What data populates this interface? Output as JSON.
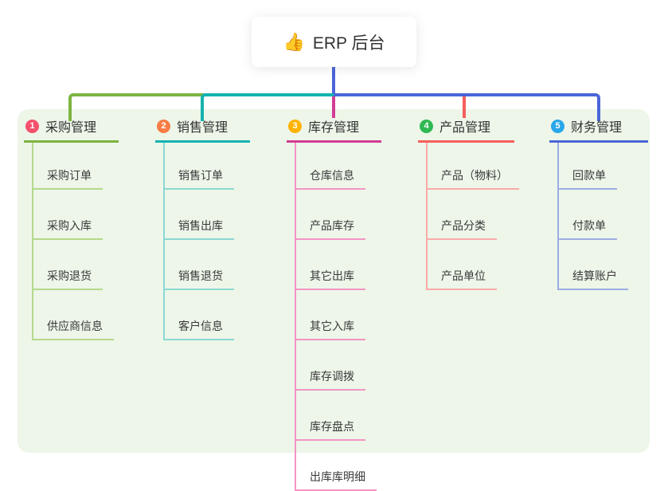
{
  "root": {
    "icon": "👍",
    "label": "ERP 后台"
  },
  "colors": {
    "canvas_bg": "#ffffff",
    "panel_bg": "#edf6e9",
    "root_line": "#4a66d8",
    "text": "#333333"
  },
  "branches": [
    {
      "index": "1",
      "label": "采购管理",
      "badge_color": "#f4516c",
      "line_color": "#7db440",
      "child_line_color": "#b5d98b",
      "children": [
        "采购订单",
        "采购入库",
        "采购退货",
        "供应商信息"
      ]
    },
    {
      "index": "2",
      "label": "销售管理",
      "badge_color": "#f87c45",
      "line_color": "#14b3af",
      "child_line_color": "#8bd8d3",
      "children": [
        "销售订单",
        "销售出库",
        "销售退货",
        "客户信息"
      ]
    },
    {
      "index": "3",
      "label": "库存管理",
      "badge_color": "#ffb300",
      "line_color": "#d23d93",
      "child_line_color": "#f494c4",
      "children": [
        "仓库信息",
        "产品库存",
        "其它出库",
        "其它入库",
        "库存调拨",
        "库存盘点",
        "出库库明细"
      ]
    },
    {
      "index": "4",
      "label": "产品管理",
      "badge_color": "#30b852",
      "line_color": "#f55f5c",
      "child_line_color": "#f9aba9",
      "children": [
        "产品（物料）",
        "产品分类",
        "产品单位"
      ]
    },
    {
      "index": "5",
      "label": "财务管理",
      "badge_color": "#29a7ea",
      "line_color": "#4a66d8",
      "child_line_color": "#9cade4",
      "children": [
        "回款单",
        "付款单",
        "结算账户"
      ]
    }
  ]
}
